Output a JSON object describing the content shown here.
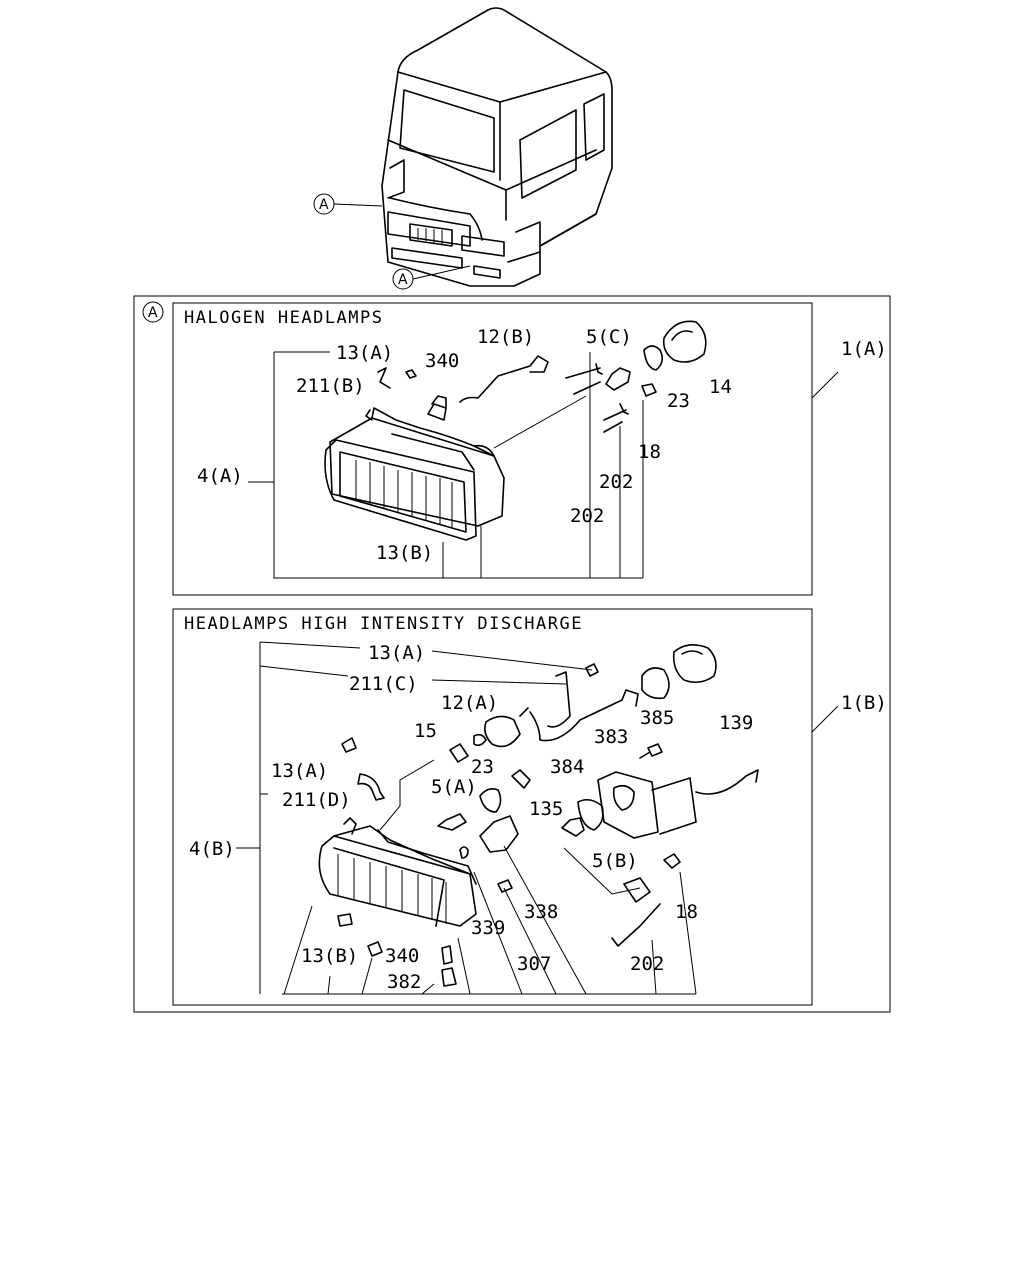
{
  "callout": {
    "letter": "A"
  },
  "sections": {
    "halogen": {
      "title": "HALOGEN HEADLAMPS",
      "assembly": "1(A)",
      "labels": [
        "13(A)",
        "340",
        "12(B)",
        "5(C)",
        "211(B)",
        "4(A)",
        "23",
        "14",
        "18",
        "202",
        "202",
        "13(B)"
      ]
    },
    "hid": {
      "title": "HEADLAMPS HIGH INTENSITY DISCHARGE",
      "assembly": "1(B)",
      "labels": [
        "13(A)",
        "211(C)",
        "12(A)",
        "15",
        "385",
        "139",
        "383",
        "23",
        "384",
        "13(A)",
        "5(A)",
        "135",
        "211(D)",
        "4(B)",
        "5(B)",
        "338",
        "18",
        "339",
        "13(B)",
        "340",
        "307",
        "202",
        "382"
      ]
    }
  }
}
